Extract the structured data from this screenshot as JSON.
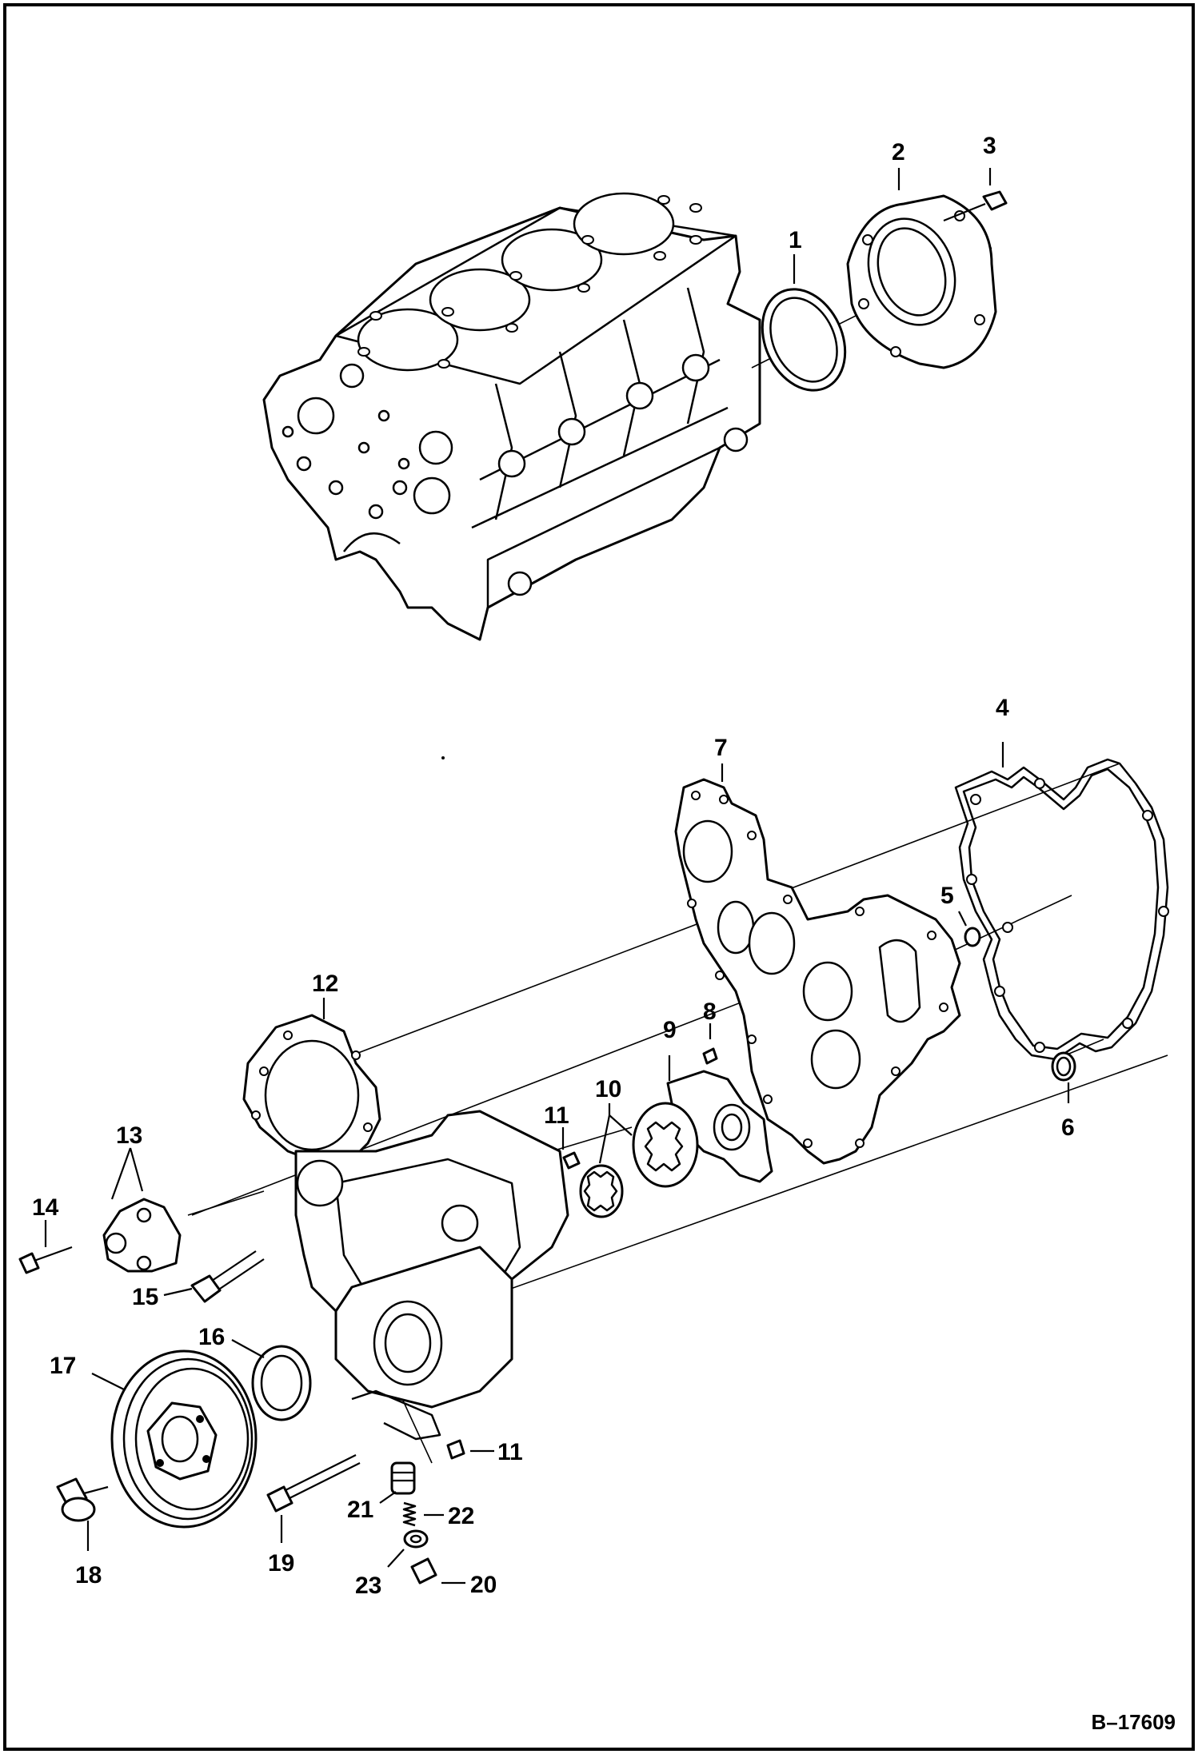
{
  "diagram": {
    "reference_number": "B–17609",
    "callouts": [
      "1",
      "2",
      "3",
      "4",
      "5",
      "6",
      "7",
      "8",
      "9",
      "10",
      "11",
      "11",
      "12",
      "13",
      "14",
      "15",
      "16",
      "17",
      "18",
      "19",
      "20",
      "21",
      "22",
      "23"
    ]
  }
}
